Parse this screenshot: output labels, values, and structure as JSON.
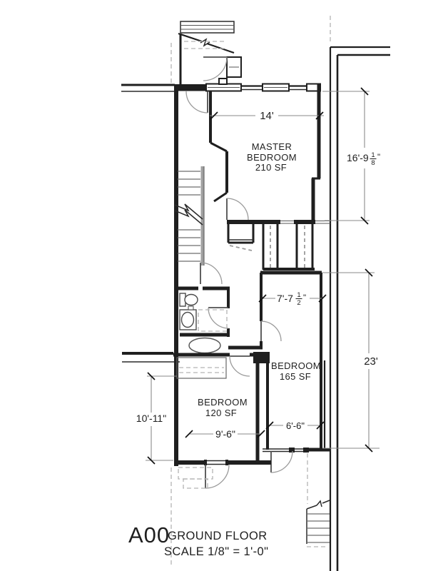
{
  "drawing": {
    "titleblock": {
      "sheet_code": "A00",
      "sheet_name": "GROUND FLOOR",
      "scale_note": "SCALE 1/8\" = 1'-0\""
    },
    "rooms": {
      "master": {
        "name_line1": "MASTER",
        "name_line2": "BEDROOM",
        "area": "210 SF"
      },
      "bedroom_165": {
        "name": "BEDROOM",
        "area": "165 SF"
      },
      "bedroom_120": {
        "name": "BEDROOM",
        "area": "120 SF"
      }
    },
    "dimensions": {
      "master_width": "14'",
      "master_depth_main": "16'-9",
      "master_depth_frac_num": "1",
      "master_depth_frac_den": "8",
      "master_depth_unit": "\"",
      "bed165_width_main": "7'-7",
      "bed165_width_frac_num": "1",
      "bed165_width_frac_den": "2",
      "bed165_width_unit": "\"",
      "right_depth": "23'",
      "bed120_depth": "10'-11\"",
      "bed120_width": "9'-6\"",
      "bed165_bay_width": "6'-6\""
    },
    "colors": {
      "ink": "#1f1f1f",
      "dimension_line": "#8a8a8a",
      "dashed_reference": "#b3b3b3",
      "background": "#ffffff"
    }
  }
}
